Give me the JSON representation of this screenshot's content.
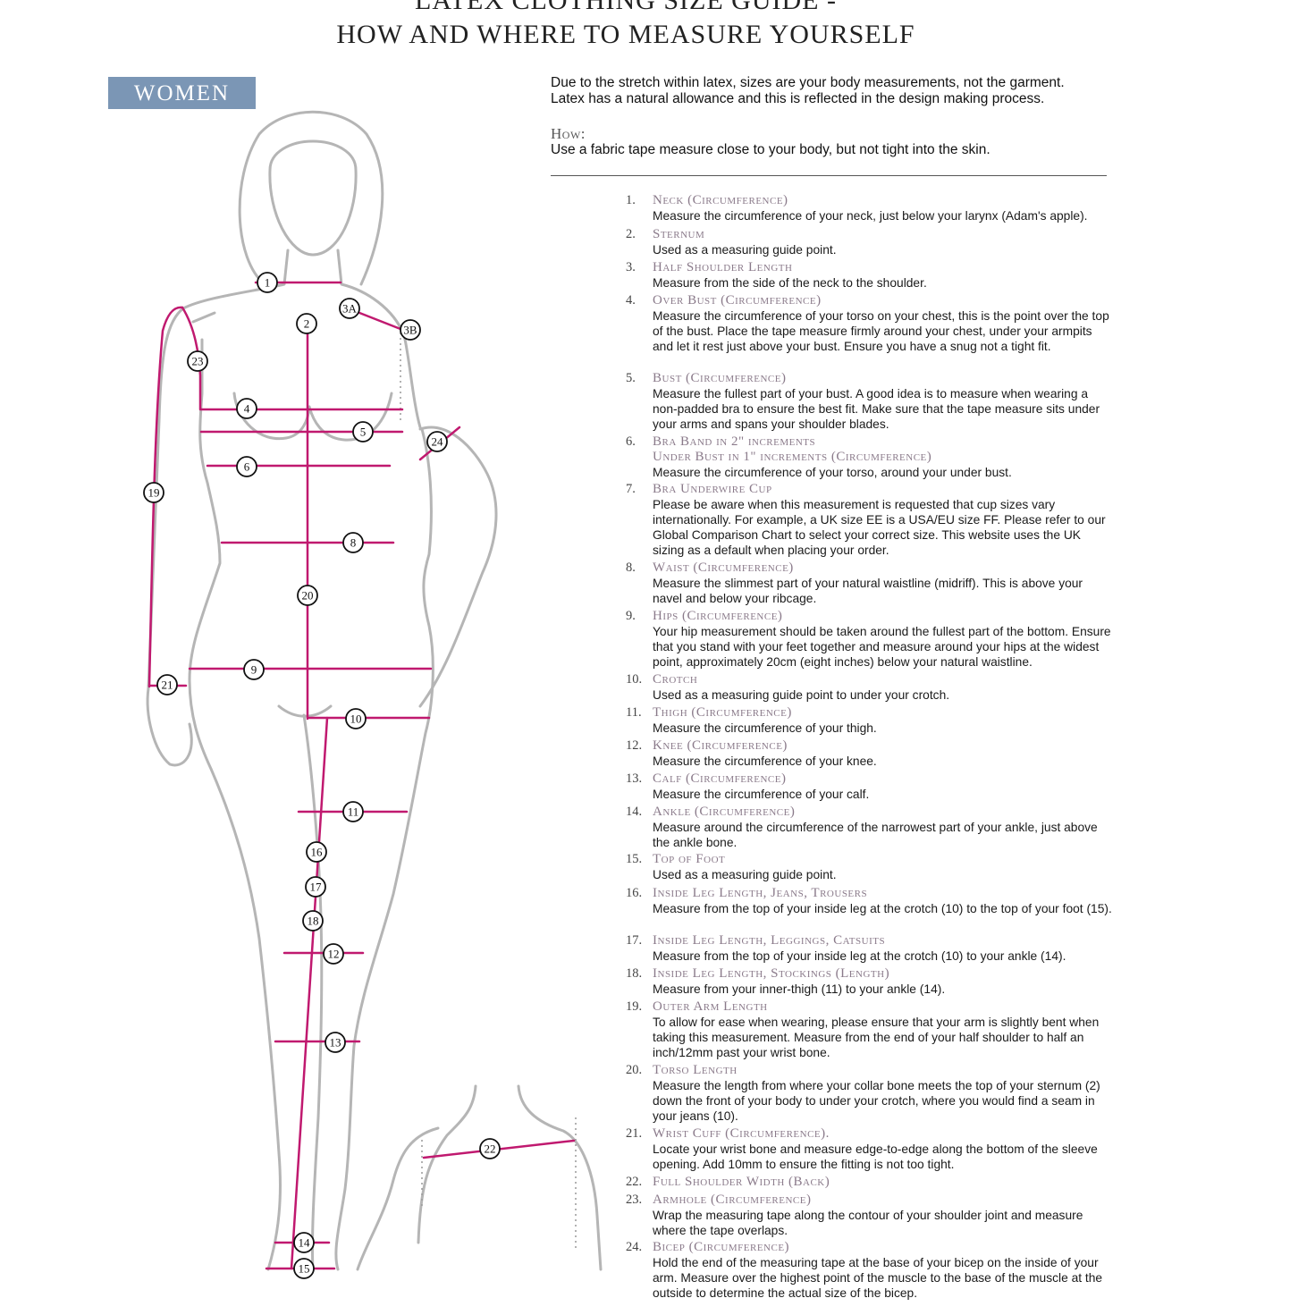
{
  "header": {
    "title_line1": "LATEX CLOTHING SIZE GUIDE -",
    "title_line2": "HOW AND WHERE TO MEASURE YOURSELF",
    "badge": "WOMEN"
  },
  "intro": {
    "line1": "Due to the stretch within latex, sizes are your body measurements, not the garment.",
    "line2": "Latex has a natural allowance and this is reflected in the design making process.",
    "how_heading": "How:",
    "how_text": "Use a fabric tape measure close to your body, but not tight into the skin."
  },
  "markers": [
    "1",
    "2",
    "3A",
    "3B",
    "4",
    "5",
    "6",
    "8",
    "9",
    "10",
    "11",
    "12",
    "13",
    "14",
    "15",
    "16",
    "17",
    "18",
    "19",
    "20",
    "21",
    "22",
    "23",
    "24"
  ],
  "colors": {
    "measure_line": "#c0196f",
    "body_outline": "#b5b5b5",
    "badge": "#7b96b5"
  },
  "items": [
    {
      "num": "1.",
      "head": "Neck (Circumference)",
      "desc": "Measure the circumference of your neck, just below your larynx (Adam's apple)."
    },
    {
      "num": "2.",
      "head": "Sternum",
      "desc": "Used as a measuring guide point."
    },
    {
      "num": "3.",
      "head": "Half Shoulder Length",
      "desc": "Measure from the side of the neck to the shoulder."
    },
    {
      "num": "4.",
      "head": "Over Bust (Circumference)",
      "desc": "Measure the circumference of your torso on your chest, this is the point over the top of the bust. Place the tape measure firmly around your chest, under your armpits and let it rest just above your bust. Ensure you have a snug not a tight fit."
    },
    {
      "num": "5.",
      "head": "Bust (Circumference)",
      "desc": "Measure the fullest part of your bust. A good idea is to measure when wearing a non-padded bra to ensure the best fit. Make sure that the tape measure sits under your arms and spans your shoulder blades."
    },
    {
      "num": "6.",
      "head": "Bra Band in 2\" increments",
      "head2": "Under Bust in 1\" increments (Circumference)",
      "desc": "Measure the circumference of your torso, around your under bust."
    },
    {
      "num": "7.",
      "head": "Bra Underwire Cup",
      "desc": "Please be aware when this measurement is requested that cup sizes vary internationally. For example, a UK size EE is a USA/EU size FF. Please refer to our Global Comparison Chart to select your correct size. This website uses the UK sizing as a default when placing your order."
    },
    {
      "num": "8.",
      "head": "Waist (Circumference)",
      "desc": "Measure the slimmest part of your natural waistline (midriff). This is above your navel and below your ribcage."
    },
    {
      "num": "9.",
      "head": "Hips (Circumference)",
      "desc": "Your hip measurement should be taken around the fullest part of the bottom. Ensure that you stand with your feet together and measure around your hips at the widest point, approximately 20cm (eight inches) below your natural waistline."
    },
    {
      "num": "10.",
      "head": "Crotch",
      "desc": "Used as a measuring guide point to under your crotch."
    },
    {
      "num": "11.",
      "head": "Thigh (Circumference)",
      "desc": "Measure the circumference of your thigh."
    },
    {
      "num": "12.",
      "head": "Knee (Circumference)",
      "desc": "Measure the circumference of your knee."
    },
    {
      "num": "13.",
      "head": "Calf (Circumference)",
      "desc": "Measure the circumference of your calf."
    },
    {
      "num": "14.",
      "head": "Ankle (Circumference)",
      "desc": "Measure around the circumference of the narrowest part of your ankle, just above the ankle bone."
    },
    {
      "num": "15.",
      "head": "Top of Foot",
      "desc": "Used as a measuring guide point."
    },
    {
      "num": "16.",
      "head": "Inside Leg Length, Jeans, Trousers",
      "desc": "Measure from the top of your inside leg at the crotch (10) to the top of your foot (15)."
    },
    {
      "num": "17.",
      "head": "Inside Leg Length, Leggings, Catsuits",
      "desc": "Measure from the top of your inside leg at the crotch (10) to your ankle (14)."
    },
    {
      "num": "18.",
      "head": "Inside Leg Length, Stockings (Length)",
      "desc": "Measure from your inner-thigh (11) to your ankle (14)."
    },
    {
      "num": "19.",
      "head": "Outer Arm Length",
      "desc": "To allow for ease when wearing, please ensure that your arm is slightly bent when taking this measurement. Measure from the end of your half shoulder to half an inch/12mm past your wrist bone."
    },
    {
      "num": "20.",
      "head": "Torso Length",
      "desc": "Measure the length from where your collar bone meets the top of your sternum (2) down the front of your body to under your crotch, where you would find a seam in your jeans (10)."
    },
    {
      "num": "21.",
      "head": "Wrist Cuff (Circumference).",
      "desc": "Locate your wrist bone and measure edge-to-edge along the bottom of the sleeve opening. Add 10mm to ensure the fitting is not too tight."
    },
    {
      "num": "22.",
      "head": "Full Shoulder Width (Back)",
      "desc": ""
    },
    {
      "num": "23.",
      "head": "Armhole (Circumference)",
      "desc": "Wrap the measuring tape along the contour of your shoulder joint and measure where the tape overlaps."
    },
    {
      "num": "24.",
      "head": "Bicep (Circumference)",
      "desc": "Hold the end of the measuring tape at the base of your bicep on the inside of your arm. Measure over the highest point of the muscle to the base of the muscle at the outside to determine the actual size of the bicep."
    }
  ]
}
